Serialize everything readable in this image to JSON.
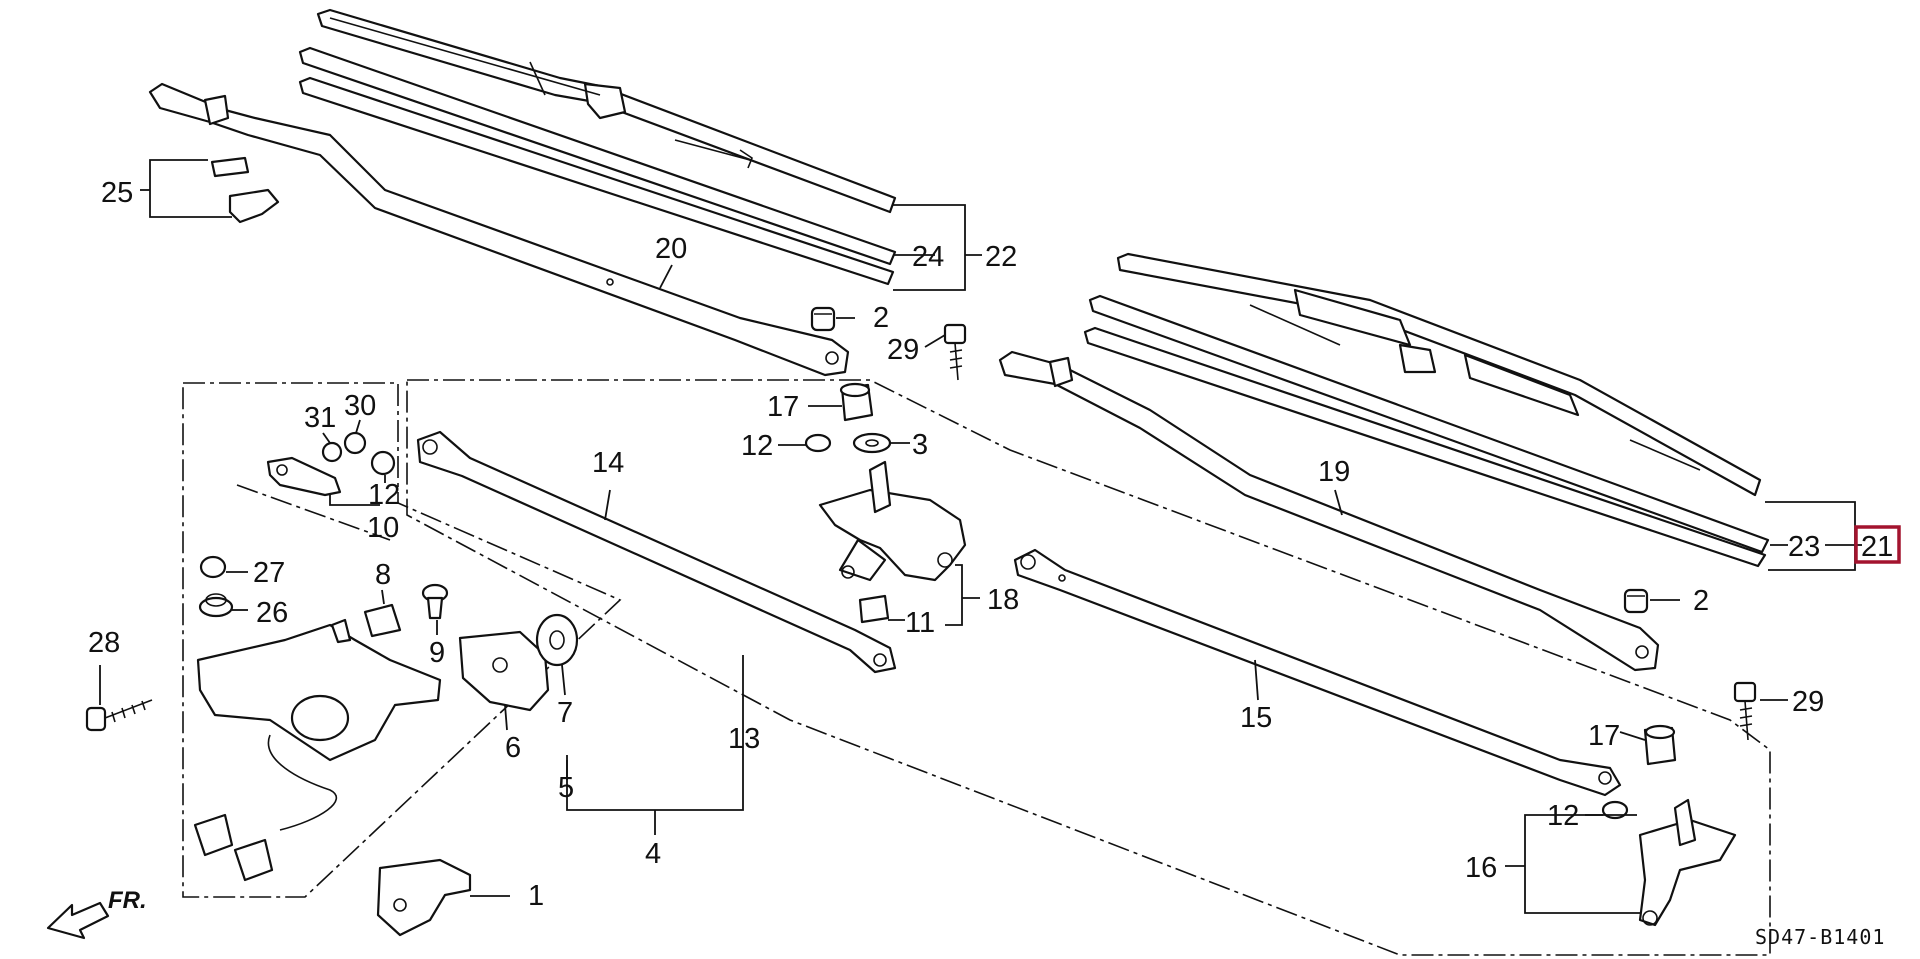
{
  "diagram": {
    "code": "SD47-B1401",
    "direction_label": "FR.",
    "highlight_color": "#a3132e",
    "highlighted_part": "21",
    "callouts": [
      {
        "id": "c1",
        "label": "1"
      },
      {
        "id": "c2a",
        "label": "2"
      },
      {
        "id": "c2b",
        "label": "2"
      },
      {
        "id": "c3",
        "label": "3"
      },
      {
        "id": "c4",
        "label": "4"
      },
      {
        "id": "c5",
        "label": "5"
      },
      {
        "id": "c6",
        "label": "6"
      },
      {
        "id": "c7",
        "label": "7"
      },
      {
        "id": "c8",
        "label": "8"
      },
      {
        "id": "c9",
        "label": "9"
      },
      {
        "id": "c10",
        "label": "10"
      },
      {
        "id": "c11",
        "label": "11"
      },
      {
        "id": "c12a",
        "label": "12"
      },
      {
        "id": "c12b",
        "label": "12"
      },
      {
        "id": "c12c",
        "label": "12"
      },
      {
        "id": "c13",
        "label": "13"
      },
      {
        "id": "c14",
        "label": "14"
      },
      {
        "id": "c15",
        "label": "15"
      },
      {
        "id": "c16",
        "label": "16"
      },
      {
        "id": "c17a",
        "label": "17"
      },
      {
        "id": "c17b",
        "label": "17"
      },
      {
        "id": "c18",
        "label": "18"
      },
      {
        "id": "c19",
        "label": "19"
      },
      {
        "id": "c20",
        "label": "20"
      },
      {
        "id": "c21",
        "label": "21"
      },
      {
        "id": "c22",
        "label": "22"
      },
      {
        "id": "c23",
        "label": "23"
      },
      {
        "id": "c24",
        "label": "24"
      },
      {
        "id": "c25",
        "label": "25"
      },
      {
        "id": "c26",
        "label": "26"
      },
      {
        "id": "c27",
        "label": "27"
      },
      {
        "id": "c28",
        "label": "28"
      },
      {
        "id": "c29a",
        "label": "29"
      },
      {
        "id": "c29b",
        "label": "29"
      },
      {
        "id": "c30",
        "label": "30"
      },
      {
        "id": "c31",
        "label": "31"
      }
    ]
  }
}
